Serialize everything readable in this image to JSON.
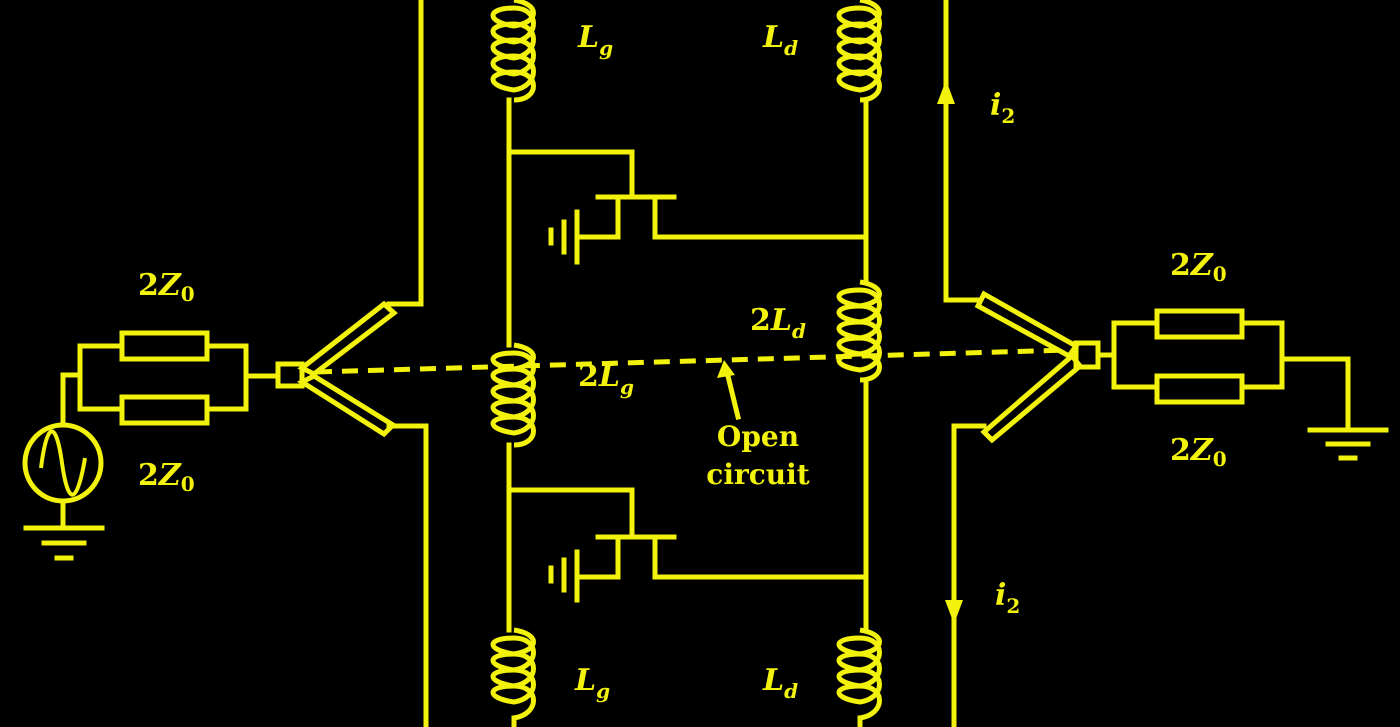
{
  "colors": {
    "background": "#000000",
    "wire": "#f2f20c"
  },
  "labels": {
    "source_res_top": {
      "num": "2",
      "var": "Z",
      "sub": "0"
    },
    "source_res_bottom": {
      "num": "2",
      "var": "Z",
      "sub": "0"
    },
    "load_res_top": {
      "num": "2",
      "var": "Z",
      "sub": "0"
    },
    "load_res_bottom": {
      "num": "2",
      "var": "Z",
      "sub": "0"
    },
    "lg_top": {
      "num": "",
      "var": "L",
      "sub": "g"
    },
    "lg_mid": {
      "num": "2",
      "var": "L",
      "sub": "g"
    },
    "lg_bottom": {
      "num": "",
      "var": "L",
      "sub": "g"
    },
    "ld_top": {
      "num": "",
      "var": "L",
      "sub": "d"
    },
    "ld_mid": {
      "num": "2",
      "var": "L",
      "sub": "d"
    },
    "ld_bottom": {
      "num": "",
      "var": "L",
      "sub": "d"
    },
    "current_top": {
      "var": "i",
      "sub": "2"
    },
    "current_bottom": {
      "var": "i",
      "sub": "2"
    },
    "open_circuit_line1": "Open",
    "open_circuit_line2": "circuit"
  },
  "icons": [
    "ac-source-icon",
    "ground-icon",
    "inductor-icon",
    "resistor-icon",
    "transistor-icon",
    "arrow-icon"
  ]
}
